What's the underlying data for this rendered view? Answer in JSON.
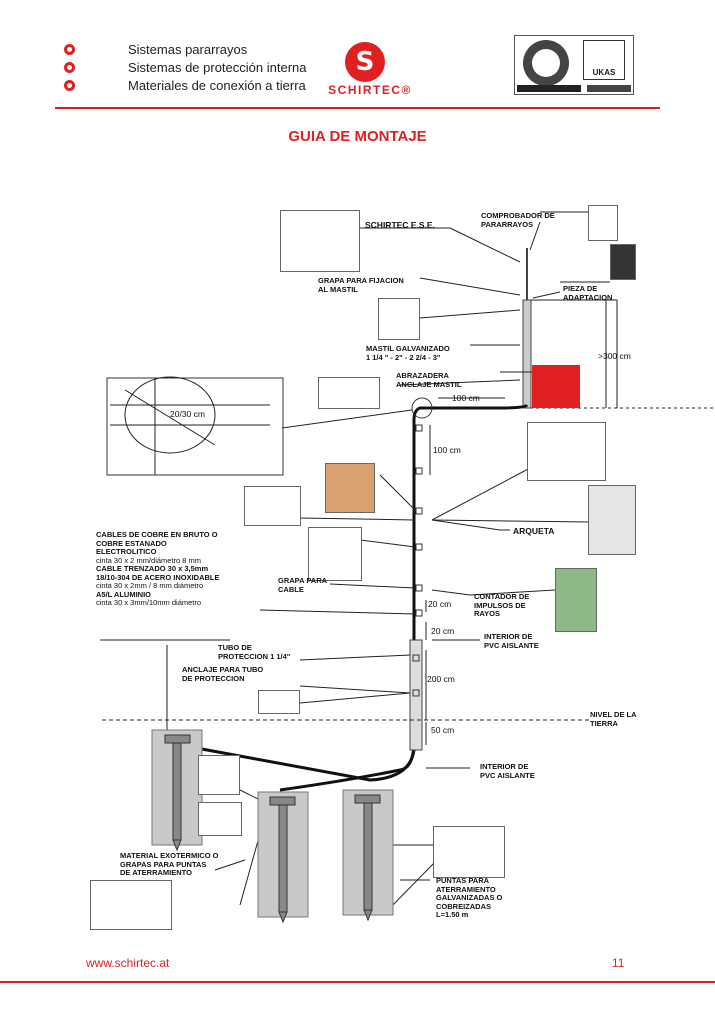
{
  "header": {
    "bullets": [
      "Sistemas pararrayos",
      "Sistemas de protección interna",
      "Materiales de conexión a tierra"
    ],
    "logo_letter": "S",
    "logo_text": "SCHIRTEC®",
    "cert_label": "UKAS"
  },
  "title": "GUIA DE MONTAJE",
  "diagram": {
    "schirtec_ese": "SCHIRTEC E.S.E.",
    "comprobador": [
      "COMPROBADOR DE",
      "PARARRAYOS"
    ],
    "grapa_fijacion": [
      "GRAPA PARA FIJACION",
      "AL MASTIL"
    ],
    "pieza_adaptacion": [
      "PIEZA DE",
      "ADAPTACION"
    ],
    "mastil": [
      "MASTIL GALVANIZADO",
      "1 1/4 \" - 2\" - 2 2/4 - 3\""
    ],
    "height_300": ">300 cm",
    "abrazadera": [
      "ABRAZADERA",
      "ANCLAJE MASTIL"
    ],
    "dim_100_h": "100 cm",
    "dim_20_30": "20/30 cm",
    "dim_100_v": "100 cm",
    "arqueta": "ARQUETA",
    "cables": [
      "CABLES DE COBRE EN BRUTO O",
      "COBRE ESTANADO",
      "ELECTROLITICO",
      "cinta 30 x 2 mm/diámetro 8 mm",
      "CABLE TRENZADO 30 x 3,5mm",
      "18/10-304 DE ACERO INOXIDABLE",
      "cinta 30 x 2mm / 8 mm diámetro",
      "A5/L ALUMINIO",
      "cinta 30 x 3mm/10mm diámetro"
    ],
    "grapa_cable": [
      "GRAPA PARA",
      "CABLE"
    ],
    "contador": [
      "CONTADOR DE",
      "IMPULSOS DE",
      "RAYOS"
    ],
    "dim_20_a": "20 cm",
    "dim_20_b": "20 cm",
    "interior_pvc_1": [
      "INTERIOR DE",
      "PVC AISLANTE"
    ],
    "tubo": [
      "TUBO DE",
      "PROTECCION 1 1/4\""
    ],
    "anclaje_tubo": [
      "ANCLAJE PARA TUBO",
      "DE PROTECCION"
    ],
    "dim_200": "200 cm",
    "nivel": [
      "NIVEL DE LA",
      "TIERRA"
    ],
    "dim_50": "50 cm",
    "interior_pvc_2": [
      "INTERIOR DE",
      "PVC AISLANTE"
    ],
    "material_exo": [
      "MATERIAL EXOTERMICO O",
      "GRAPAS PARA PUNTAS",
      "DE ATERRAMIENTO"
    ],
    "puntas": [
      "PUNTAS PARA",
      "ATERRAMIENTO",
      "GALVANIZADAS O",
      "COBREIZADAS",
      "L=1.50 m"
    ]
  },
  "footer": {
    "url": "www.schirtec.at",
    "page": "11"
  },
  "colors": {
    "accent": "#e02020",
    "building_red": "#e02020"
  }
}
